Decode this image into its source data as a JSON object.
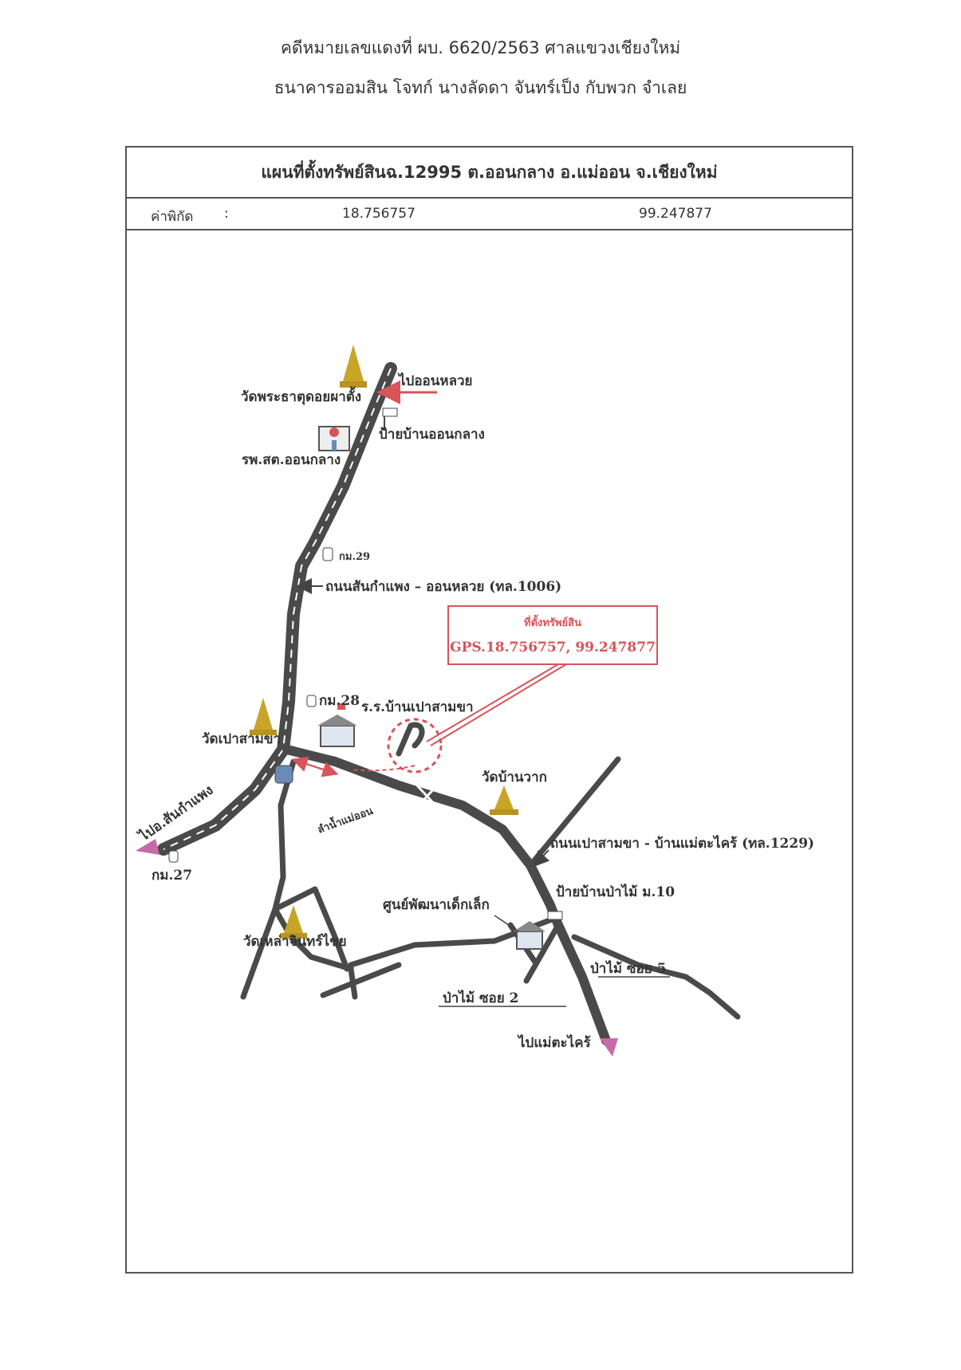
{
  "header": {
    "line1": "คดีหมายเลขแดงที่ ผบ. 6620/2563 ศาลแขวงเชียงใหม่",
    "line2": "ธนาคารออมสิน โจทก์ นางลัดดา จันทร์เป็ง กับพวก จำเลย"
  },
  "map": {
    "title": "แผนที่ตั้งทรัพย์สินฉ.12995 ต.ออนกลาง อ.แม่ออน จ.เชียงใหม่",
    "coordinates": {
      "label": "ค่าพิกัด",
      "separator": ":",
      "latitude": "18.756757",
      "longitude": "99.247877"
    },
    "labels": {
      "to_on_luai": "ไปออนหลวย",
      "wat_phra_that": "วัดพระธาตุดอยผาตั้ง",
      "sign_ban_on_klang": "ป้ายบ้านออนกลาง",
      "hospital": "รพ.สต.ออนกลาง",
      "km29": "กม.29",
      "road_1006": "ถนนสันกำแพง – ออนหลวย (ทล.1006)",
      "km28": "กม.28",
      "school": "ร.ร.บ้านเปาสามขา",
      "wat_pao_sam_kha": "วัดเปาสามขา",
      "to_san_kamphaeng": "ไปอ.สันกำแพง",
      "km27": "กม.27",
      "river": "ลำน้ำแม่ออน",
      "wat_ban_wak": "วัดบ้านวาก",
      "road_1229": "ถนนเปาสามขา - บ้านแม่ตะไคร้ (ทล.1229)",
      "sign_pa_mai": "ป้ายบ้านป่าไม้ ม.10",
      "child_center": "ศูนย์พัฒนาเด็กเล็ก",
      "wat_lower": "วัดเหล่าจินทร์ไชย",
      "pa_mai_soi5": "ป่าไม้ ซอย 5",
      "pa_mai_soi2": "ป่าไม้ ซอย 2",
      "to_mae_takhrai": "ไปแม่ตะไคร้"
    },
    "property_box": {
      "title": "ที่ตั้งทรัพย์สิน",
      "gps": "GPS.18.756757, 99.247877"
    },
    "colors": {
      "road": "#4a4a4a",
      "marker": "#d9535a",
      "temple": "#c8a526",
      "arrow_pink": "#c86aa8"
    }
  }
}
